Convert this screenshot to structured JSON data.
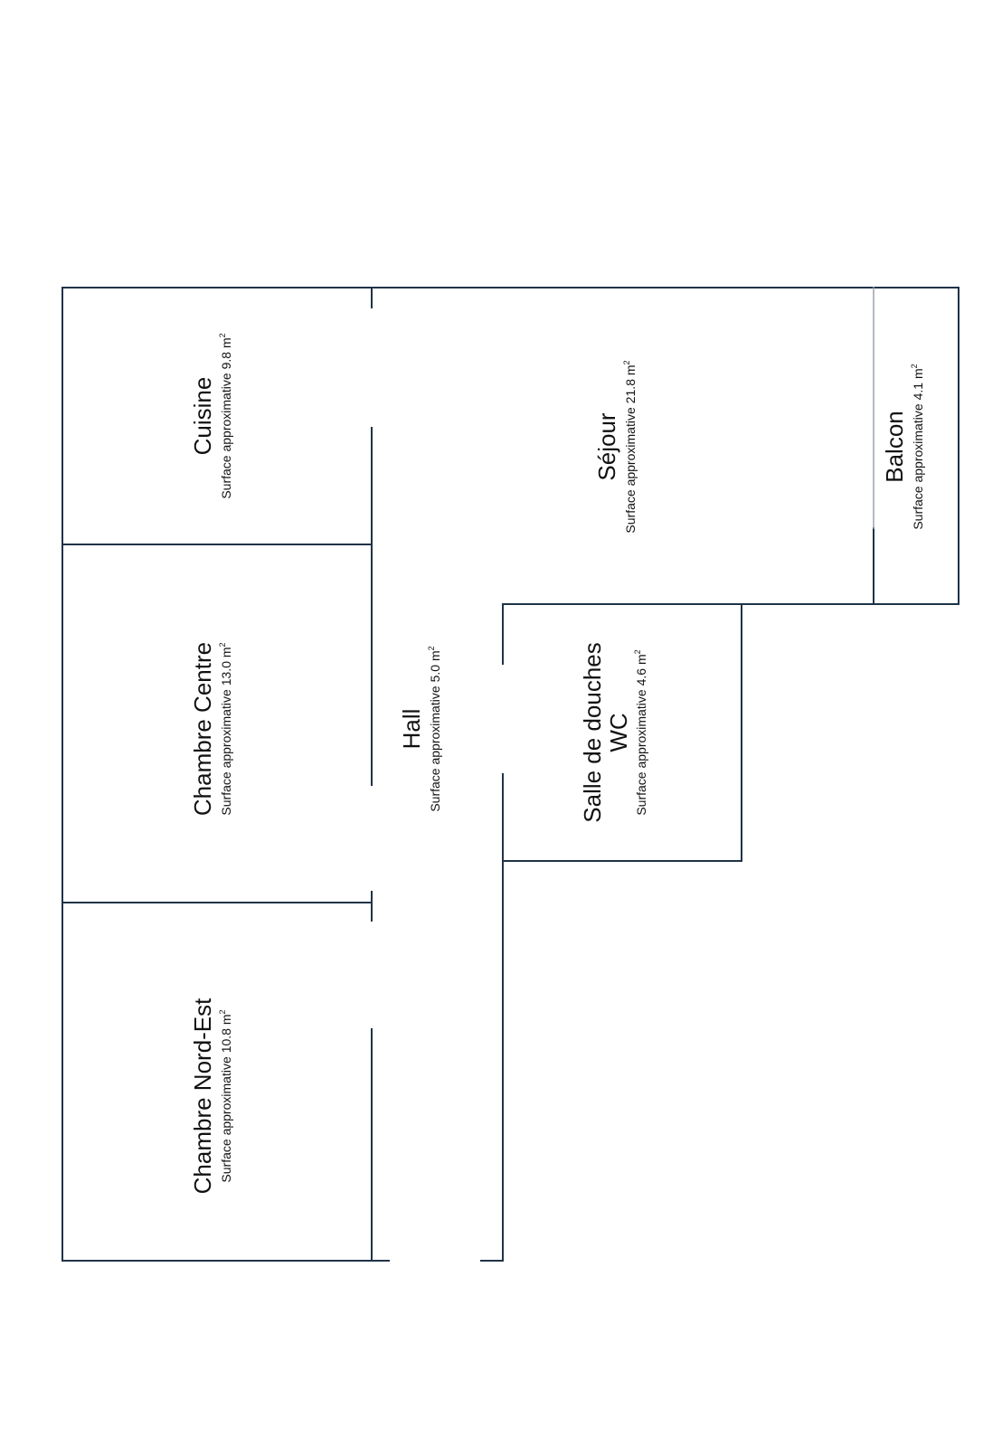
{
  "plan": {
    "wall_color": "#1f3347",
    "balcony_line_color": "#9aa3ad",
    "rooms": [
      {
        "id": "cuisine",
        "name": "Cuisine",
        "name_line2": "",
        "area_prefix": "Surface approximative",
        "area_value": "9.8 m",
        "area_unit_exp": "2"
      },
      {
        "id": "chambre-centre",
        "name": "Chambre Centre",
        "name_line2": "",
        "area_prefix": "Surface approximative",
        "area_value": "13.0 m",
        "area_unit_exp": "2"
      },
      {
        "id": "chambre-nord-est",
        "name": "Chambre Nord-Est",
        "name_line2": "",
        "area_prefix": "Surface approximative",
        "area_value": "10.8 m",
        "area_unit_exp": "2"
      },
      {
        "id": "hall",
        "name": "Hall",
        "name_line2": "",
        "area_prefix": "Surface approximative",
        "area_value": "5.0 m",
        "area_unit_exp": "2"
      },
      {
        "id": "sejour",
        "name": "Séjour",
        "name_line2": "",
        "area_prefix": "Surface approximative",
        "area_value": "21.8 m",
        "area_unit_exp": "2"
      },
      {
        "id": "salle-de-douches",
        "name": "Salle de douches",
        "name_line2": "WC",
        "area_prefix": "Surface approximative",
        "area_value": "4.6 m",
        "area_unit_exp": "2"
      },
      {
        "id": "balcon",
        "name": "Balcon",
        "name_line2": "",
        "area_prefix": "Surface approximative",
        "area_value": "4.1 m",
        "area_unit_exp": "2"
      }
    ]
  }
}
